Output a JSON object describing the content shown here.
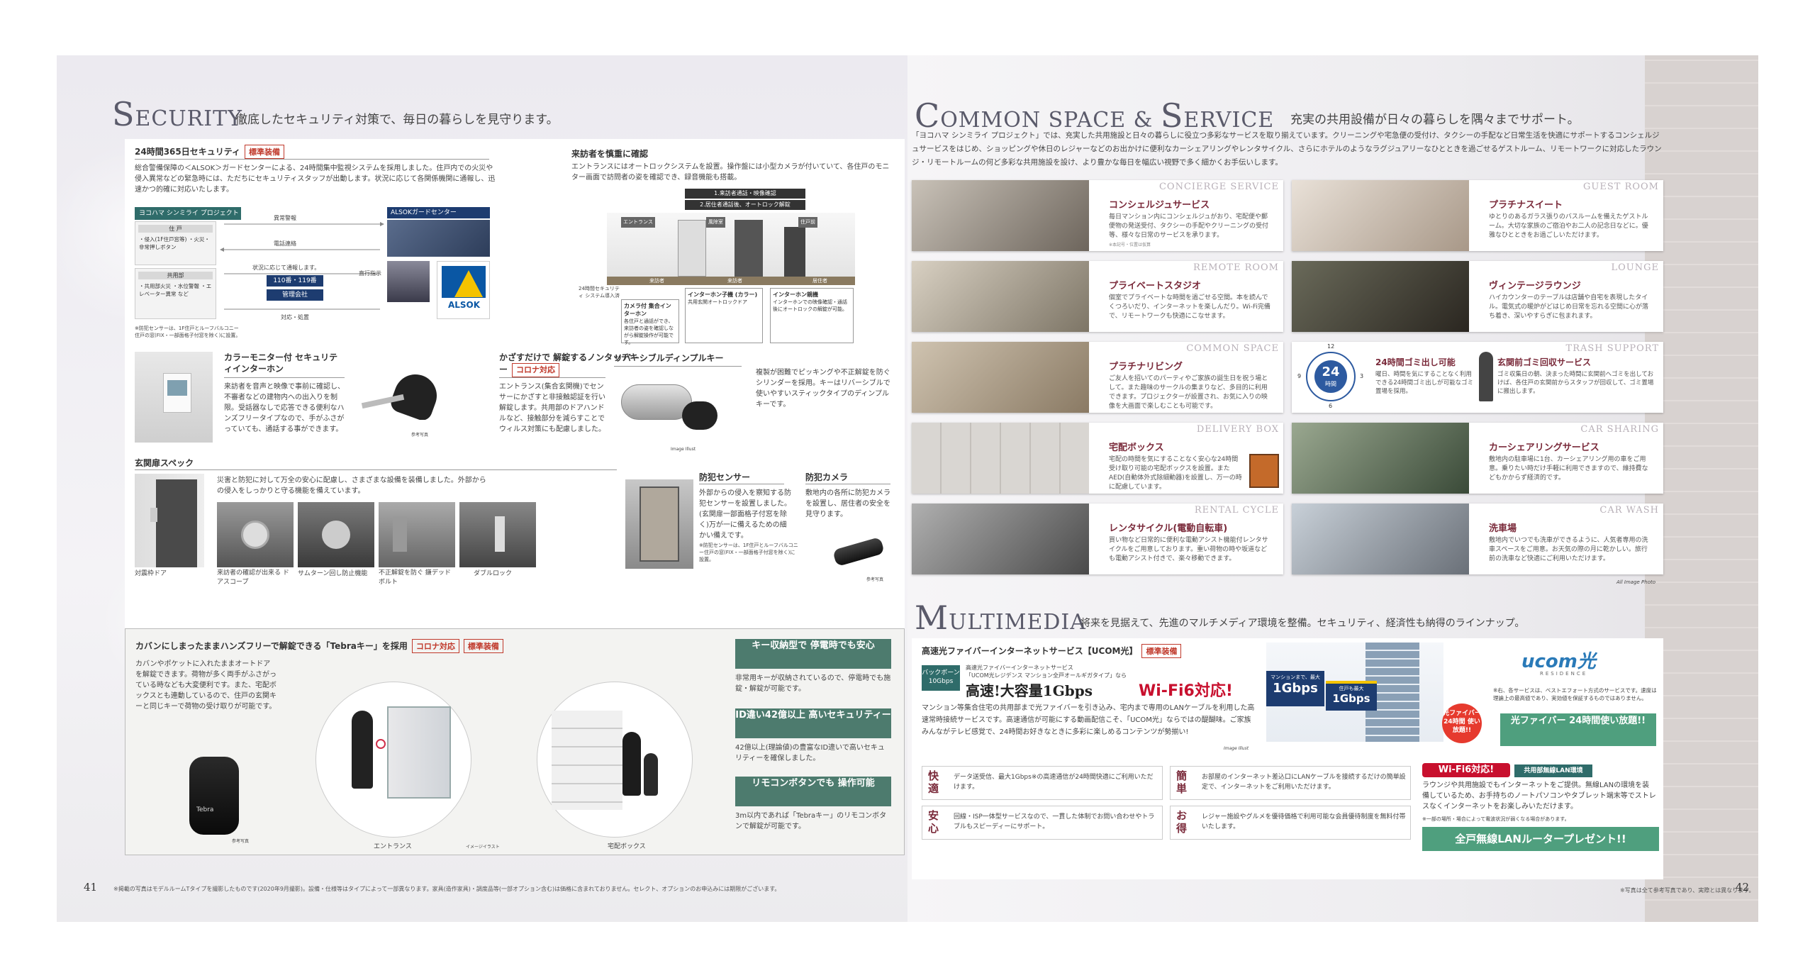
{
  "left": {
    "title_big1": "S",
    "title_rest1": "ECURITY",
    "subtitle": "徹底したセキュリティ対策で、毎日の暮らしを見守ります。",
    "security24": {
      "heading": "24時間365日セキュリティ",
      "badge": "標準装備",
      "body": "総合警備保障の＜ALSOK＞ガードセンターによる、24時間集中監視システムを採用しました。住戸内での火災や侵入異常などの緊急時には、ただちにセキュリティスタッフが出動します。状況に応じて各関係機関に通報し、迅速かつ的確に対応いたします。",
      "project_label": "ヨコハマ シンミライ プロジェクト",
      "center_label": "ALSOKガードセンター",
      "dwelling_label": "住 戸",
      "dwelling_items": "・侵入(1F住戸窓等) ・火災・非常押しボタン",
      "common_label": "共用部",
      "common_items": "・共用部火災 ・水位警報 ・エレベーター異常 など",
      "arrow1": "異常警報",
      "arrow2": "電話連絡",
      "arrow3": "状況に応じて通報します。",
      "emergency": "110番・119番",
      "mgmt": "管理会社",
      "dispatch": "直行指示",
      "response": "対応・処置",
      "alsok": "ALSOK",
      "note": "※防犯センサーは、1F住戸とルーフバルコニー住戸の窓(FIX・一部面格子付窓を除く)に設置。"
    },
    "visitor": {
      "heading": "来訪者を慎重に確認",
      "body": "エントランスにはオートロックシステムを設置。操作盤には小型カメラが付いていて、各住戸のモニター画面で訪問者の姿を確認でき、録音機能も搭載。",
      "step1": "1.来訪者通話・映像確認",
      "step2": "2.居住者通話後、オートロック解錠",
      "entrance": "エントランス",
      "windbreak": "風除室",
      "dwelling": "住戸前",
      "zone1": "来訪者",
      "zone2": "来訪者",
      "zone3": "居住者",
      "box1_title": "カメラ付 集合インターホン",
      "box1_body": "各住戸と通話ができ、来訪者の姿を確認しながら解錠操作が可能です。",
      "box2_title": "インターホン子機 (カラー)",
      "box2_body": "共用玄関オートロックドア",
      "box3_title": "インターホン親機",
      "box3_body": "インターホンでの映像確認・通話後にオートロックの解錠が可能。",
      "support": "24時間セキュリティ システム導入済"
    },
    "color_monitor": {
      "heading": "カラーモニター付 セキュリティインターホン",
      "body": "来訪者を音声と映像で事前に確認し、不審者などの建物内への出入りを制限。受話器なしで応答できる便利なハンズフリータイプなので、手がふさがっていても、通話する事ができます。"
    },
    "nontouch": {
      "heading": "かざすだけで 解錠するノンタッチキー",
      "badge": "コロナ対応",
      "body": "エントランス(集合玄関機)でセンサーにかざすと非接触認証を行い解錠します。共用部のドアハンドルなど、接触部分を減らすことでウィルス対策にも配慮しました。",
      "ref": "参考写真"
    },
    "dimple": {
      "heading": "リバーシブルディンプルキー",
      "body": "複製が困難でピッキングや不正解錠を防ぐシリンダーを採用。キーはリバーシブルで使いやすいスティックタイプのディンプルキーです。",
      "img_note": "Image Illust"
    },
    "door_spec": {
      "heading": "玄関扉スペック",
      "body": "災害と防犯に対して万全の安心に配慮し、さまざまな設備を装備しました。外部からの侵入をしっかりと守る機能を備えています。",
      "cap1": "対震枠ドア",
      "cap2": "来訪者の確認が出来る ドアスコープ",
      "cap3": "サムターン回し防止機能",
      "cap4": "不正解錠を防ぐ 鎌デッドボルト",
      "cap5": "ダブルロック"
    },
    "sensor": {
      "heading": "防犯センサー",
      "body": "外部からの侵入を察知する防犯センサーを設置しました。(玄関扉一部面格子付窓を除く)万が一に備えるための細かい備えです。",
      "note": "※防犯センサーは、1F住戸とルーフバルコニー住戸の窓(FIX・一部面格子付窓を除く)に設置。"
    },
    "camera": {
      "heading": "防犯カメラ",
      "body": "敷地内の各所に防犯カメラを設置し、居住者の安全を見守ります。",
      "ref": "参考写真"
    },
    "tebra": {
      "heading": "カバンにしまったままハンズフリーで解錠できる「Tebraキー」を採用",
      "badge1": "コロナ対応",
      "badge2": "標準装備",
      "body": "カバンやポケットに入れたままオートドアを解錠できます。荷物が多く両手がふさがっている時なども大変便利です。また、宅配ボックスとも連動しているので、住戸の玄関キーと同じキーで荷物の受け取りが可能です。",
      "ref": "参考写真",
      "brand": "Tebra",
      "cap_entrance": "エントランス",
      "cap_delivery": "宅配ボックス",
      "image_note": "イメージイラスト",
      "f1_title": "キー収納型で 停電時でも安心",
      "f1_body": "非常用キーが収納されているので、停電時でも施錠・解錠が可能です。",
      "f2_title": "ID違い42億以上 高いセキュリティー",
      "f2_body": "42億以上(理論値)の豊富なID違いで高いセキュリティーを確保しました。",
      "f3_title": "リモコンボタンでも 操作可能",
      "f3_body": "3m以内であれば「Tebraキー」のリモコンボタンで解錠が可能です。"
    },
    "page_num": "41",
    "footnote": "※掲載の写真はモデルルームTタイプを撮影したものです(2020年9月撮影)。設備・仕様等はタイプによって一部異なります。家具(造作家具)・調度品等(一部オプション含む)は価格に含まれておりません。セレクト、オプションのお申込みには期限がございます。"
  },
  "right": {
    "title": "OMMON SPACE & ",
    "title_c": "C",
    "title_s": "S",
    "title_rest": "ERVICE",
    "subtitle": "充実の共用設備が日々の暮らしを隅々までサポート。",
    "intro": "「ヨコハマ シンミライ プロジェクト」では、充実した共用施設と日々の暮らしに役立つ多彩なサービスを取り揃えています。クリーニングや宅急便の受付け、タクシーの手配など日常生活を快適にサポートするコンシェルジュサービスをはじめ、ショッピングや休日のレジャーなどのお出かけに便利なカーシェアリングやレンタサイクル、さらにホテルのようなラグジュアリーなひとときを過ごせるゲストルーム、リモートワークに対応したラウンジ・リモートルームの何ど多彩な共用施設を設け、より豊かな毎日を幅広い視野で多く細かくお手伝いします。",
    "cards": [
      {
        "en": "CONCIERGE SERVICE",
        "jp": "コンシェルジュサービス",
        "body": "毎日マンション内にコンシェルジュがおり、宅配便や郵便物の発送受付、タクシーの手配やクリーニングの受付等、様々な日常のサービスを承ります。",
        "note": "※本記号・位置は仮算"
      },
      {
        "en": "GUEST ROOM",
        "jp": "プラチナスイート",
        "body": "ゆとりのあるガラス張りのバスルームを備えたゲストルーム。大切な家族のご宿泊やお二人の記念日などに。優雅なひとときをお過ごしいただけます。"
      },
      {
        "en": "REMOTE ROOM",
        "jp": "プライベートスタジオ",
        "body": "個室でプライベートな時間を過ごせる空間。本を読んでくつろいだり、インターネットを楽しんだり。Wi-Fi完備で、リモートワークも快適にこなせます。"
      },
      {
        "en": "LOUNGE",
        "jp": "ヴィンテージラウンジ",
        "body": "ハイカウンターのテーブルは店舗や自宅を表現したタイル。電気式の暖炉がどはじめ日常を忘れる空間に心が落ち着き、深いやすらぎに包まれます。"
      },
      {
        "en": "COMMON SPACE",
        "jp": "プラチナリビング",
        "body": "ご友人を招いてのパーティやご家族の誕生日を祝う場として。また趣味のサークルの集まりなど、多目的に利用できます。プロジェクターが設置され、お気に入りの映像を大画面で楽しむことも可能です。"
      },
      {
        "en": "TRASH SUPPORT",
        "jp": "24時間ゴミ出し可能",
        "jp2": "玄関前ゴミ回収サービス",
        "body": "曜日、時間を気にすることなく利用できる24時間ゴミ出しが可能なゴミ置場を採用。",
        "body2": "ゴミ収集日の朝、決まった時間に玄関前へゴミを出しておけば、各住戸の玄関前からスタッフが回収して、ゴミ置場に搬出します。",
        "clock_label": "24",
        "clock_sub": "時間",
        "t12": "12",
        "t3": "3",
        "t6": "6",
        "t9": "9"
      },
      {
        "en": "DELIVERY BOX",
        "jp": "宅配ボックス",
        "body": "宅配の時間を気にすることなく安心な24時間受け取り可能の宅配ボックスを設置。またAED(自動体外式除細動器)を設置し、万一の時に配慮しています。"
      },
      {
        "en": "CAR SHARING",
        "jp": "カーシェアリングサービス",
        "body": "敷地内の駐車場に1台、カーシェアリング用の車をご用意。乗りたい時だけ手軽に利用できますので、維持費などもかからず経済的です。"
      },
      {
        "en": "RENTAL CYCLE",
        "jp": "レンタサイクル(電動自転車)",
        "body": "買い物など日常的に便利な電動アシスト機能付レンタサイクルをご用意しております。重い荷物の時や坂道なども電動アシスト付きで、楽々移動できます。"
      },
      {
        "en": "CAR WASH",
        "jp": "洗車場",
        "body": "敷地内でいつでも洗車ができるように、人気者専用の洗車スペースをご用意。お天気の際の月に乾かしい。旅行前の洗車など快適にご利用いただけます。"
      }
    ],
    "all_image": "All Image Photo",
    "mm_title_m": "M",
    "mm_title_rest": "ULTIMEDIA",
    "mm_subtitle": "将来を見据えて、先進のマルチメディア環境を整備。セキュリティ、経済性も納得のラインナップ。",
    "net": {
      "heading": "高速光ファイバーインターネットサービス【UCOM光】",
      "badge": "標準装備",
      "speed_badge": "バックボーン 10Gbps",
      "small1": "高速光ファイバーインターネットサービス",
      "small2": "「UCOM光レジデンス マンション全戸オールギガタイプ」なら",
      "big_label": "高速!大容量1Gbps",
      "wifi6": "Wi-Fi6対応!",
      "body": "マンション等集合住宅の共用部まで光ファイバーを引き込み、宅内まで専用のLANケーブルを利用した高速常時接続サービスです。高速通信が可能にする動画配信こそ、「UCOM光」ならではの醍醐味。ご家族みんながテレビ感覚で、24時間お好きなときに多彩に楽しめるコンテンツが勢揃い!",
      "image_note": "Image Illust",
      "max1": "マンションまで、最大",
      "g1": "1Gbps",
      "max2": "住戸も最大",
      "g2": "1Gbps",
      "free_label": "光ファイバー 24時間 使い放題!!",
      "ucom": "ucom光",
      "residence": "RESIDENCE",
      "note": "※右、各サービスは、ベストエフォート方式のサービスです。速度は理論上の最高値であり、実効値を保証するものではありません。",
      "free_banner": "光ファイバー 24時間使い放題!!"
    },
    "adv": [
      {
        "k": "快適",
        "t": "データ送受信、最大1Gbps※の高速通信が24時間快適にご利用いただけます。"
      },
      {
        "k": "簡単",
        "t": "お部屋のインターネット差込口にLANケーブルを接続するだけの簡単設定で、インターネットをご利用いただけます。"
      },
      {
        "k": "安心",
        "t": "回線・ISP一体型サービスなので、一貫した体制でお問い合わせやトラブルもスピーディーにサポート。"
      },
      {
        "k": "お得",
        "t": "レジャー施設やグルメを優待価格で利用可能な会員優待制度を無料付帯いたします。"
      }
    ],
    "wifi": {
      "tag1": "Wi-Fi6対応!",
      "tag2": "共用部無線LAN環境",
      "body": "ラウンジや共用施設でもインターネットをご提供。無線LANの環境を装備しているため、お手持ちのノートパソコンやタブレット端末等でストレスなくインターネットをお楽しみいただけます。",
      "note": "※一部の場所・場合によって電波状況が弱くなる場合があります。",
      "banner": "全戸無線LANルータープレゼント!!"
    },
    "page_num": "42",
    "footnote": "※写真は全て参考写真であり、実際とは異なります。"
  }
}
